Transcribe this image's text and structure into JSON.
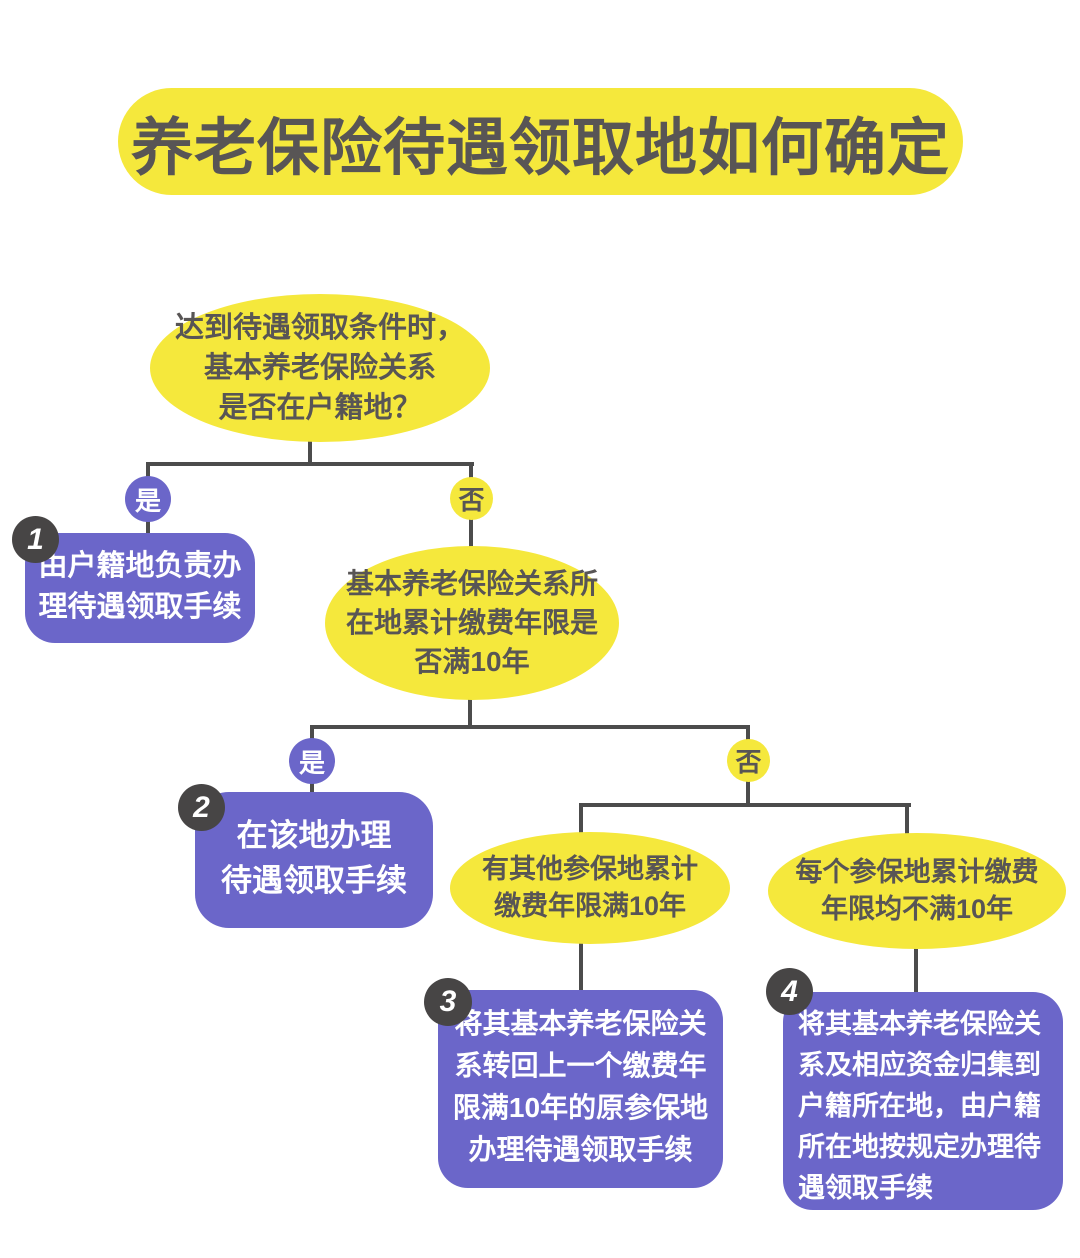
{
  "title": "养老保险待遇领取地如何确定",
  "labels": {
    "yes": "是",
    "no": "否"
  },
  "colors": {
    "banner_yellow": "#F5E83C",
    "box_purple": "#6B66C9",
    "text_dark": "#585555",
    "connector": "#4C4C4C",
    "badge_dark": "#474545",
    "text_white": "#FFFFFF"
  },
  "flow": {
    "q_root": {
      "lines": [
        "达到待遇领取条件时，",
        "基本养老保险关系",
        "是否在户籍地？"
      ]
    },
    "result1": {
      "badge": "1",
      "lines": [
        "由户籍地负责办",
        "理待遇领取手续"
      ]
    },
    "q_years10": {
      "lines": [
        "基本养老保险关系所",
        "在地累计缴费年限是",
        "否满10年"
      ]
    },
    "result2": {
      "badge": "2",
      "lines": [
        "在该地办理",
        "待遇领取手续"
      ]
    },
    "q_other_place": {
      "lines": [
        "有其他参保地累计",
        "缴费年限满10年"
      ]
    },
    "q_none_place": {
      "lines": [
        "每个参保地累计缴费",
        "年限均不满10年"
      ]
    },
    "result3": {
      "badge": "3",
      "lines": [
        "将其基本养老保险关",
        "系转回上一个缴费年",
        "限满10年的原参保地",
        "办理待遇领取手续"
      ]
    },
    "result4": {
      "badge": "4",
      "lines": [
        "将其基本养老保险关",
        "系及相应资金归集到",
        "户籍所在地，由户籍",
        "所在地按规定办理待",
        "遇领取手续"
      ]
    }
  }
}
